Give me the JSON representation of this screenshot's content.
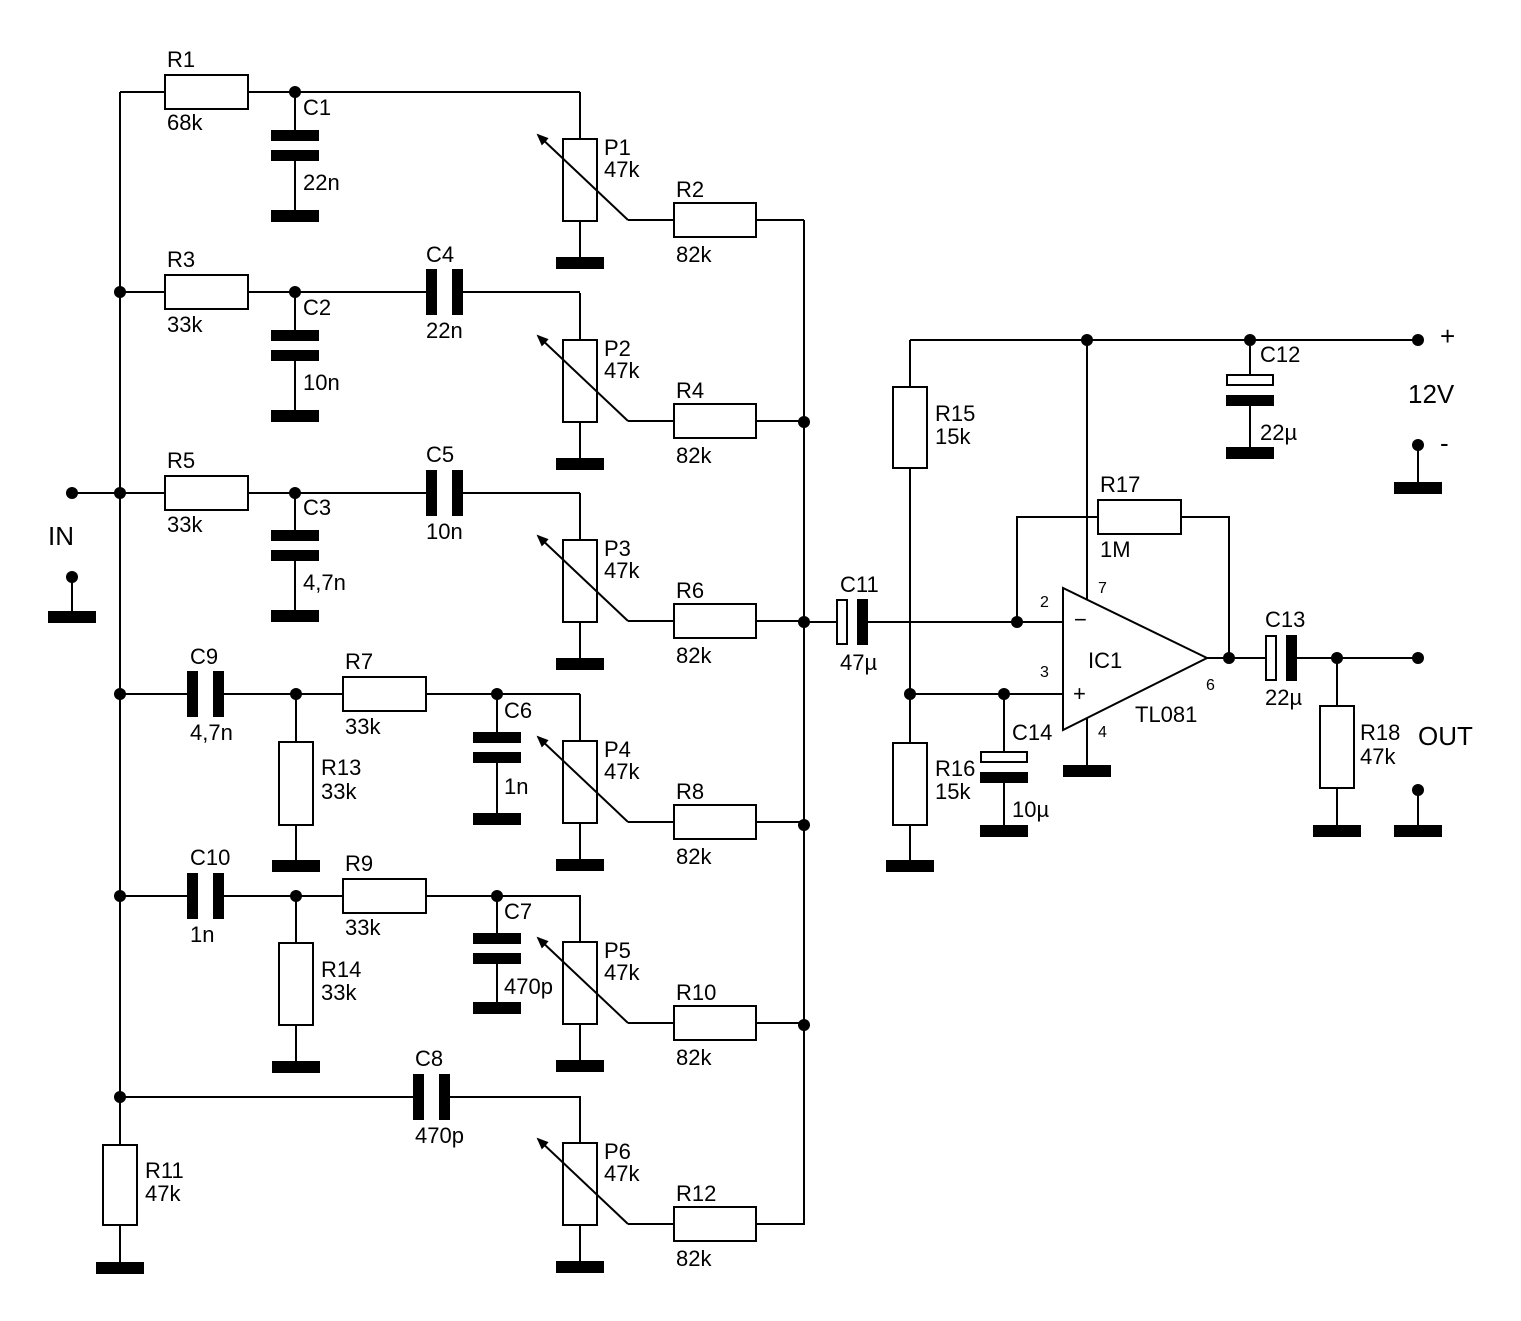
{
  "colors": {
    "ink": "#000000",
    "background": "#ffffff"
  },
  "components": {
    "R1": {
      "ref": "R1",
      "value": "68k"
    },
    "R2": {
      "ref": "R2",
      "value": "82k"
    },
    "R3": {
      "ref": "R3",
      "value": "33k"
    },
    "R4": {
      "ref": "R4",
      "value": "82k"
    },
    "R5": {
      "ref": "R5",
      "value": "33k"
    },
    "R6": {
      "ref": "R6",
      "value": "82k"
    },
    "R7": {
      "ref": "R7",
      "value": "33k"
    },
    "R8": {
      "ref": "R8",
      "value": "82k"
    },
    "R9": {
      "ref": "R9",
      "value": "33k"
    },
    "R10": {
      "ref": "R10",
      "value": "82k"
    },
    "R11": {
      "ref": "R11",
      "value": "47k"
    },
    "R12": {
      "ref": "R12",
      "value": "82k"
    },
    "R13": {
      "ref": "R13",
      "value": "33k"
    },
    "R14": {
      "ref": "R14",
      "value": "33k"
    },
    "R15": {
      "ref": "R15",
      "value": "15k"
    },
    "R16": {
      "ref": "R16",
      "value": "15k"
    },
    "R17": {
      "ref": "R17",
      "value": "1M"
    },
    "R18": {
      "ref": "R18",
      "value": "47k"
    },
    "C1": {
      "ref": "C1",
      "value": "22n"
    },
    "C2": {
      "ref": "C2",
      "value": "10n"
    },
    "C3": {
      "ref": "C3",
      "value": "4,7n"
    },
    "C4": {
      "ref": "C4",
      "value": "22n"
    },
    "C5": {
      "ref": "C5",
      "value": "10n"
    },
    "C6": {
      "ref": "C6",
      "value": "1n"
    },
    "C7": {
      "ref": "C7",
      "value": "470p"
    },
    "C8": {
      "ref": "C8",
      "value": "470p"
    },
    "C9": {
      "ref": "C9",
      "value": "4,7n"
    },
    "C10": {
      "ref": "C10",
      "value": "1n"
    },
    "C11": {
      "ref": "C11",
      "value": "47µ"
    },
    "C12": {
      "ref": "C12",
      "value": "22µ"
    },
    "C13": {
      "ref": "C13",
      "value": "22µ"
    },
    "C14": {
      "ref": "C14",
      "value": "10µ"
    },
    "P1": {
      "ref": "P1",
      "value": "47k"
    },
    "P2": {
      "ref": "P2",
      "value": "47k"
    },
    "P3": {
      "ref": "P3",
      "value": "47k"
    },
    "P4": {
      "ref": "P4",
      "value": "47k"
    },
    "P5": {
      "ref": "P5",
      "value": "47k"
    },
    "P6": {
      "ref": "P6",
      "value": "47k"
    },
    "IC1": {
      "ref": "IC1",
      "value": "TL081"
    }
  },
  "ic_pins": {
    "inverting": "2",
    "non_inverting": "3",
    "supply_positive": "7",
    "supply_ground": "4",
    "output": "6",
    "minus_sign": "−",
    "plus_sign": "+"
  },
  "terminals": {
    "input": "IN",
    "output": "OUT",
    "supply_voltage": "12V",
    "supply_plus": "+",
    "supply_minus": "-"
  }
}
